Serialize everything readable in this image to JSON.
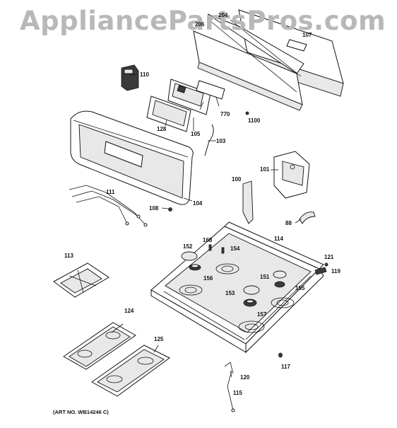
{
  "watermark": "AppliancePartsPros.com",
  "art_number": "(ART NO. WB14246 C)",
  "part_labels": {
    "p204": "204",
    "p206": "206",
    "p107": "107",
    "p110": "110",
    "p770": "770",
    "p105": "105",
    "p128": "128",
    "p1100": "1100",
    "p103": "103",
    "p101": "101",
    "p100": "100",
    "p111": "111",
    "p104": "104",
    "p108": "108",
    "p88": "88",
    "p114": "114",
    "p168": "168",
    "p152": "152",
    "p154": "154",
    "p121": "121",
    "p113": "113",
    "p156": "156",
    "p151": "151",
    "p119": "119",
    "p153": "153",
    "p155": "155",
    "p157": "157",
    "p124": "124",
    "p125": "125",
    "p117": "117",
    "p120": "120",
    "p115": "115"
  }
}
